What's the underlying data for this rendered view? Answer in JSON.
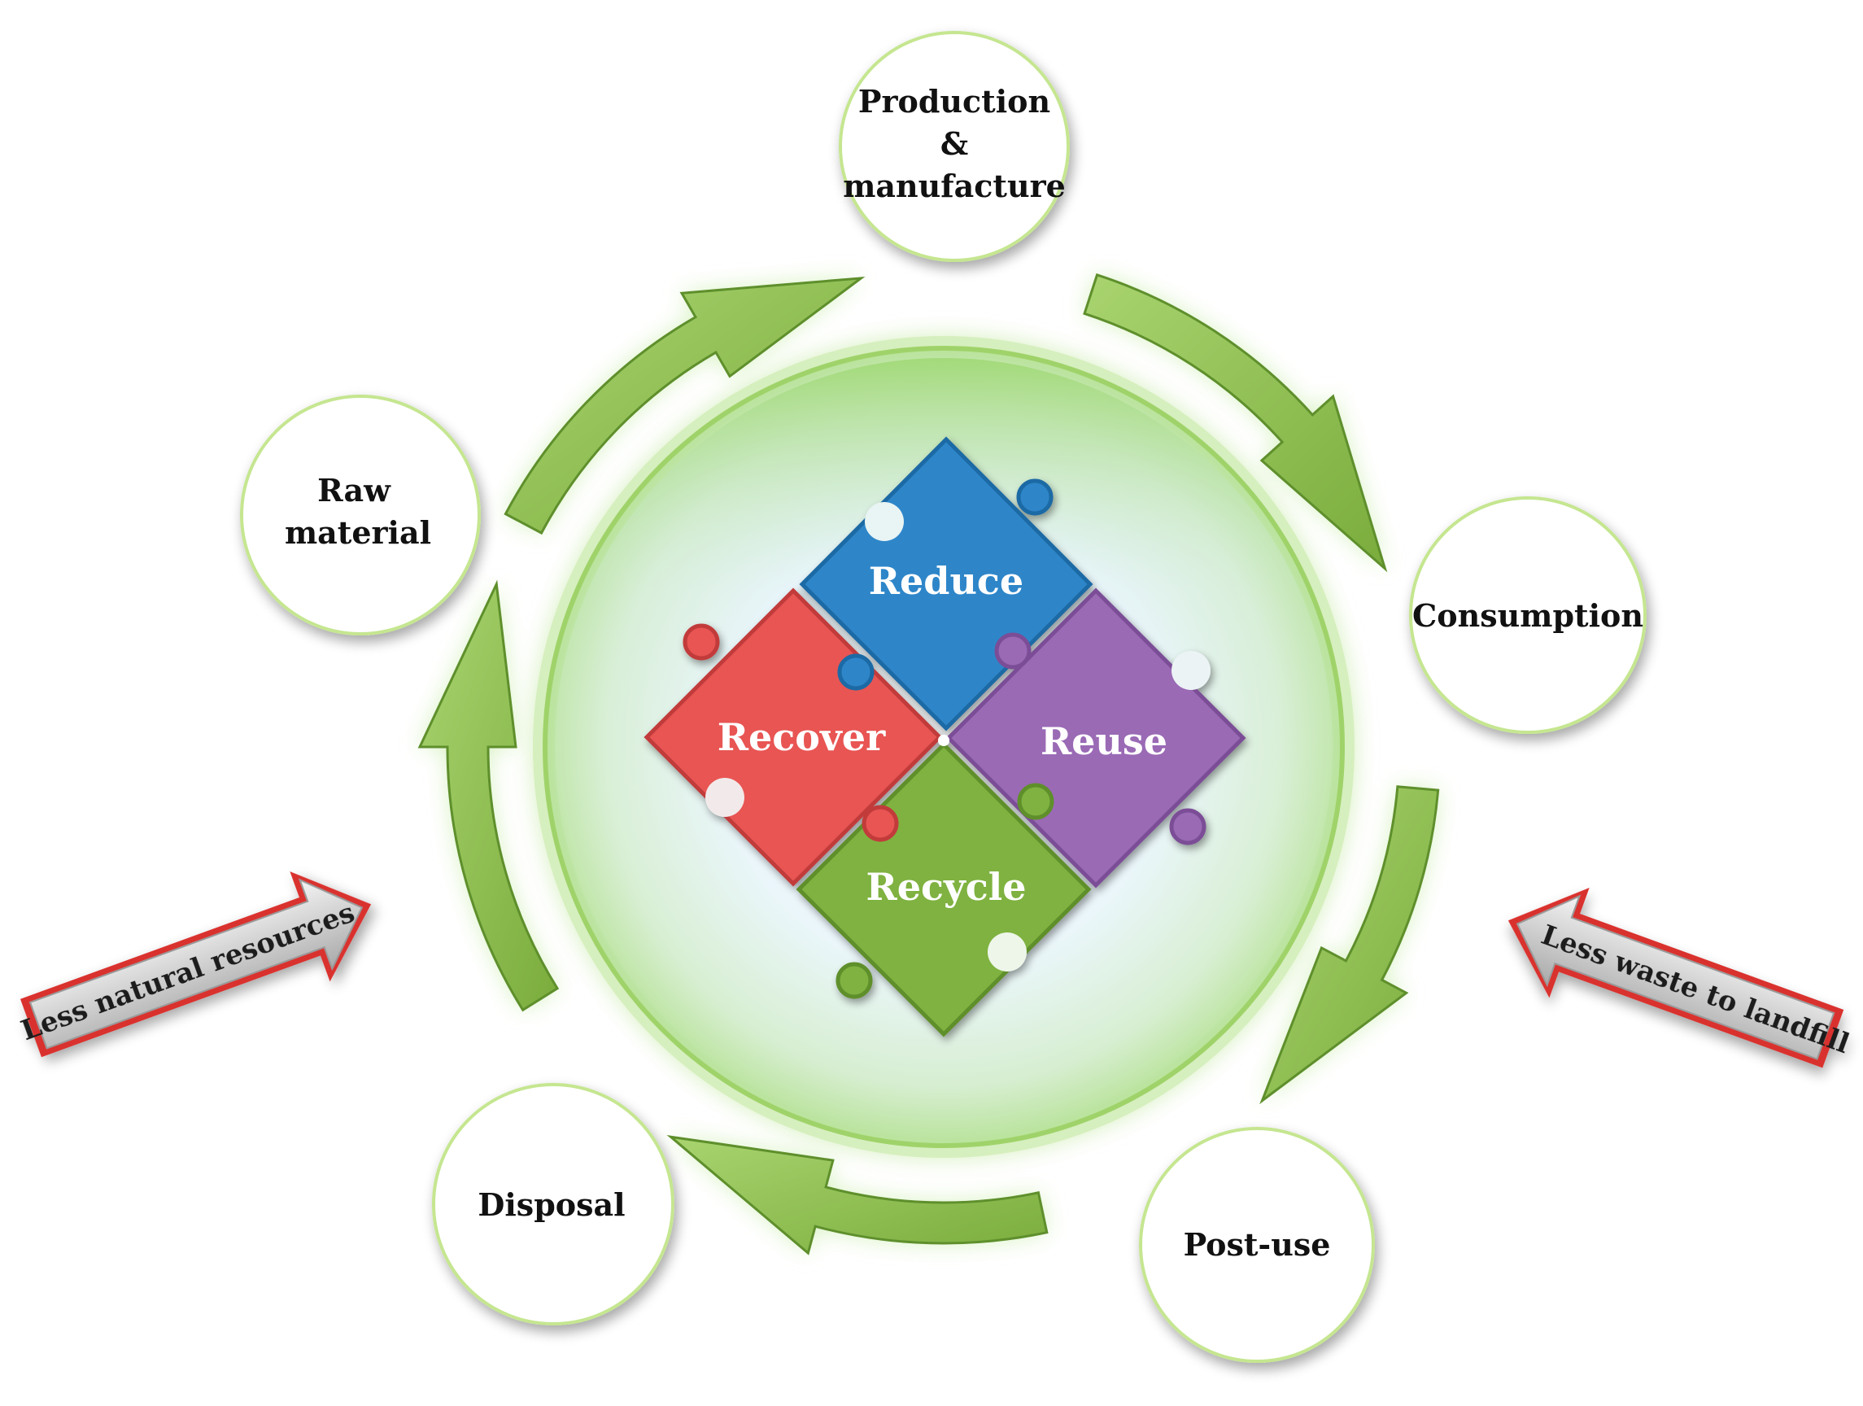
{
  "cycle": {
    "nodes": [
      {
        "id": "raw-material",
        "lines": [
          "Raw",
          "material"
        ]
      },
      {
        "id": "production",
        "lines": [
          "Production",
          "&",
          "manufacture"
        ]
      },
      {
        "id": "consumption",
        "lines": [
          "Consumption"
        ]
      },
      {
        "id": "post-use",
        "lines": [
          "Post-use"
        ]
      },
      {
        "id": "disposal",
        "lines": [
          "Disposal"
        ]
      }
    ]
  },
  "puzzle": {
    "reduce": {
      "label": "Reduce",
      "color": "#2e86c9"
    },
    "reuse": {
      "label": "Reuse",
      "color": "#9a6ab5"
    },
    "recycle": {
      "label": "Recycle",
      "color": "#7fb241"
    },
    "recover": {
      "label": "Recover",
      "color": "#e85453"
    }
  },
  "banners": {
    "left": "Less natural resources",
    "right": "Less waste to landfill"
  },
  "colors": {
    "arrow_green": "#8cc152",
    "arrow_green_dark": "#5e8f2c",
    "banner_red": "#d9322f",
    "banner_silver": "#d4d4d4"
  }
}
